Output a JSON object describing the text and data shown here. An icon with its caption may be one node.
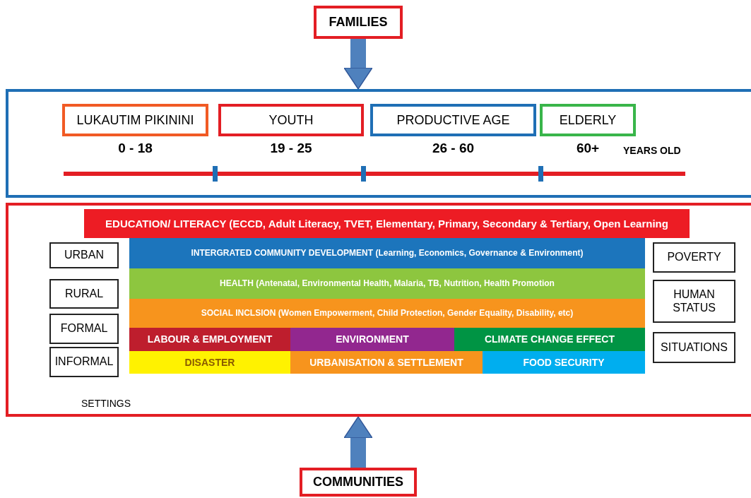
{
  "diagram": {
    "nodes": [
      {
        "text": [
          "FAMILIES"
        ]
      },
      {
        "text": [],
        "shape": "box"
      },
      {
        "text": [
          "LUKAUTIM PIKININI"
        ],
        "beside": [
          "0 - 18"
        ],
        "in": 1
      },
      {
        "text": [
          "YOUTH"
        ],
        "beside": [
          "19 - 25"
        ],
        "in": 1
      },
      {
        "text": [
          "PRODUCTIVE AGE"
        ],
        "beside": [
          "26 - 60"
        ],
        "in": 1
      },
      {
        "text": [
          "ELDERLY"
        ],
        "beside": [
          "60+"
        ],
        "in": 1
      },
      {
        "text": [],
        "shape": "box"
      },
      {
        "text": [
          "EDUCATION/ LITERACY (ECCD, Adult Literacy, TVET, Elementary, Primary, Secondary & Tertiary, Open Learning"
        ],
        "in": 6
      },
      {
        "text": [
          "URBAN"
        ],
        "in": 6
      },
      {
        "text": [
          "RURAL"
        ],
        "in": 6
      },
      {
        "text": [
          "FORMAL"
        ],
        "in": 6
      },
      {
        "text": [
          "INFORMAL"
        ],
        "in": 6
      },
      {
        "text": [
          "INTERGRATED COMMUNITY DEVELOPMENT (Learning, Economics, Governance & Environment)"
        ],
        "in": 6
      },
      {
        "text": [
          "HEALTH (Antenatal, Environmental Health, Malaria, TB, Nutrition, Health Promotion"
        ],
        "in": 6
      },
      {
        "text": [
          "SOCIAL INCLSION (Women Empowerment, Child Protection, Gender Equality, Disability, etc)"
        ],
        "in": 6
      },
      {
        "text": [
          "LABOUR & EMPLOYMENT"
        ],
        "in": 6
      },
      {
        "text": [
          "ENVIRONMENT"
        ],
        "in": 6
      },
      {
        "text": [
          "CLIMATE CHANGE EFFECT"
        ],
        "in": 6
      },
      {
        "text": [
          "DISASTER"
        ],
        "in": 6
      },
      {
        "text": [
          "URBANISATION & SETTLEMENT"
        ],
        "in": 6
      },
      {
        "text": [
          "FOOD SECURITY"
        ],
        "in": 6
      },
      {
        "text": [
          "POVERTY"
        ],
        "in": 6
      },
      {
        "text": [
          "HUMAN STATUS"
        ],
        "in": 6
      },
      {
        "text": [
          "SITUATIONS"
        ],
        "in": 6
      },
      {
        "text": [
          "COMMUNITIES"
        ]
      }
    ],
    "edges": [
      {
        "from": 0,
        "to": 1,
        "arrow": "to"
      },
      {
        "from": 24,
        "to": 6,
        "arrow": "to"
      }
    ],
    "labels": [
      "YEARS OLD",
      "SETTINGS"
    ]
  }
}
